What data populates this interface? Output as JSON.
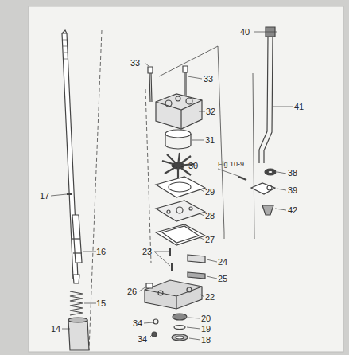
{
  "diagram": {
    "labels": [
      "40",
      "41",
      "33",
      "33",
      "32",
      "31",
      "30",
      "Fig.10-9",
      "38",
      "29",
      "39",
      "17",
      "28",
      "42",
      "27",
      "16",
      "23",
      "24",
      "25",
      "26",
      "22",
      "15",
      "34",
      "20",
      "19",
      "34",
      "18",
      "14"
    ]
  }
}
